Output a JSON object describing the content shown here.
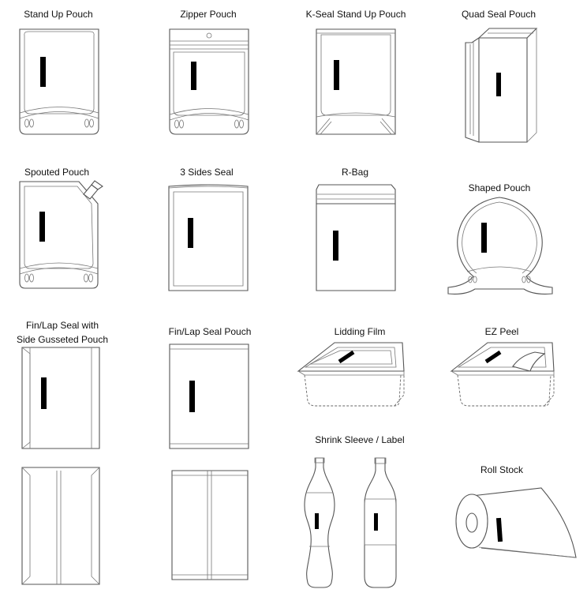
{
  "labels": {
    "stand_up_pouch": "Stand Up Pouch",
    "zipper_pouch": "Zipper Pouch",
    "k_seal_stand_up_pouch": "K-Seal Stand Up Pouch",
    "quad_seal_pouch": "Quad Seal Pouch",
    "spouted_pouch": "Spouted Pouch",
    "three_sides_seal": "3 Sides Seal",
    "r_bag": "R-Bag",
    "shaped_pouch": "Shaped Pouch",
    "fin_lap_side_gusseted_line1": "Fin/Lap Seal with",
    "fin_lap_side_gusseted_line2": "Side Gusseted Pouch",
    "fin_lap_seal_pouch": "Fin/Lap Seal Pouch",
    "lidding_film": "Lidding Film",
    "ez_peel": "EZ Peel",
    "shrink_sleeve_label": "Shrink Sleeve / Label",
    "roll_stock": "Roll Stock"
  }
}
